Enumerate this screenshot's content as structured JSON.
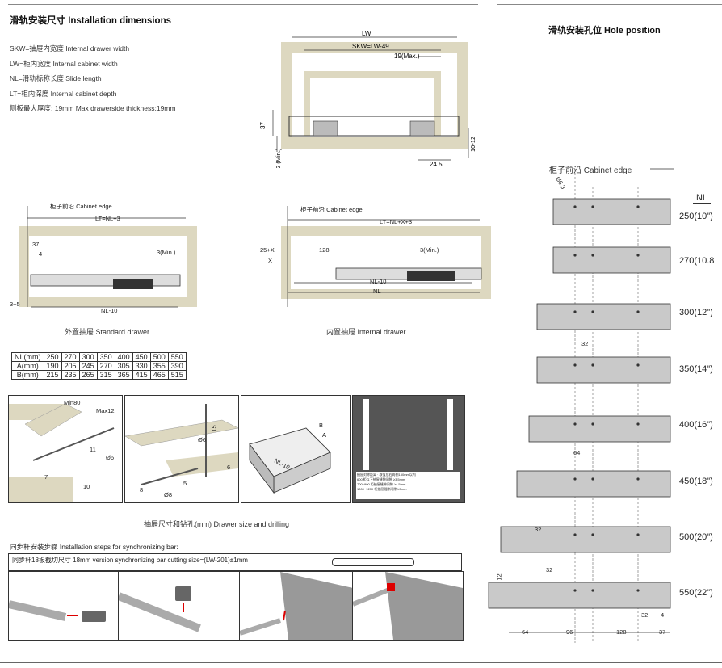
{
  "installation": {
    "title": "滑轨安装尺寸 Installation dimensions",
    "definitions": [
      "SKW=抽屉内宽度  Internal drawer width",
      "LW=柜内宽度  Internal cabinet width",
      "NL=滑轨标称长度  Slide length",
      "LT=柜内深度  Internal cabinet depth",
      "侧板最大厚度: 19mm   Max drawerside thickness:19mm"
    ],
    "front_diagram_labels": {
      "lw": "LW",
      "skw": "SKW=LW-49",
      "max19": "19(Max.)",
      "h37": "37",
      "min2": "2 (Min.)",
      "w245": "24.5",
      "r1012": "10-12"
    }
  },
  "hole_position": {
    "title": "滑轨安装孔位 Hole position",
    "cabinet_edge": "柜子前沿  Cabinet edge",
    "nl_header": "NL",
    "hole_diameter": "Ø6.3",
    "sizes": [
      "250(10\")",
      "270(10.8",
      "300(12\")",
      "350(14\")",
      "400(16\")",
      "450(18\")",
      "500(20\")",
      "550(22\")"
    ],
    "dims": {
      "d32a": "32",
      "d64": "64",
      "d32b": "32",
      "d12": "12",
      "d32c": "32",
      "d32d": "32",
      "d4": "4",
      "b64": "64",
      "b96": "96",
      "b128": "128",
      "b37": "37"
    }
  },
  "standard_drawer": {
    "edge_label": "柜子前沿 Cabinet edge",
    "lt": "LT=NL+3",
    "d37": "37",
    "d4": "4",
    "min3": "3(Min.)",
    "d35": "3~5",
    "nl10": "NL-10",
    "caption": "外置抽屉 Standard drawer"
  },
  "internal_drawer": {
    "edge_label": "柜子前沿  Cabinet edge",
    "lt": "LT=NL+X+3",
    "x25": "25+X",
    "x": "X",
    "d128": "128",
    "min3": "3(Min.)",
    "nl10": "NL-10",
    "nl": "NL",
    "caption": "内置抽屉 Internal drawer"
  },
  "spec_table": {
    "rows": [
      [
        "NL(mm)",
        "250",
        "270",
        "300",
        "350",
        "400",
        "450",
        "500",
        "550"
      ],
      [
        "A(mm)",
        "190",
        "205",
        "245",
        "270",
        "305",
        "330",
        "355",
        "390"
      ],
      [
        "B(mm)",
        "215",
        "235",
        "265",
        "315",
        "365",
        "415",
        "465",
        "515"
      ]
    ]
  },
  "drilling": {
    "p1": {
      "min80": "Min80",
      "max12": "Max12",
      "d11": "11",
      "phi6": "Ø6",
      "d7": "7",
      "d10": "10"
    },
    "p2": {
      "d15": "15",
      "phi6": "Ø6",
      "d6": "6",
      "d5": "5",
      "d8": "8",
      "phi8": "Ø8"
    },
    "p3": {
      "b": "B",
      "a": "A",
      "nl10": "NL-10"
    },
    "p4": {
      "lines": [
        "抽屉对称距离 · 取值左右两侧150mm以内",
        "600 柜以下抽屉缝隙间隙 ≥3.5mm",
        "700~900 柜抽屉缝隙间隙 ≥4.5mm",
        "1000~1200 柜抽屉缝隙间隙 ≥5mm"
      ]
    },
    "caption": "抽屉尺寸和钻孔(mm)  Drawer size and drilling"
  },
  "sync": {
    "title": "同步杆安装步骤 Installation steps for synchronizing bar:",
    "cutting": "同步杆18板截切尺寸 18mm version synchronizing bar cutting size=(LW-201)±1mm"
  }
}
